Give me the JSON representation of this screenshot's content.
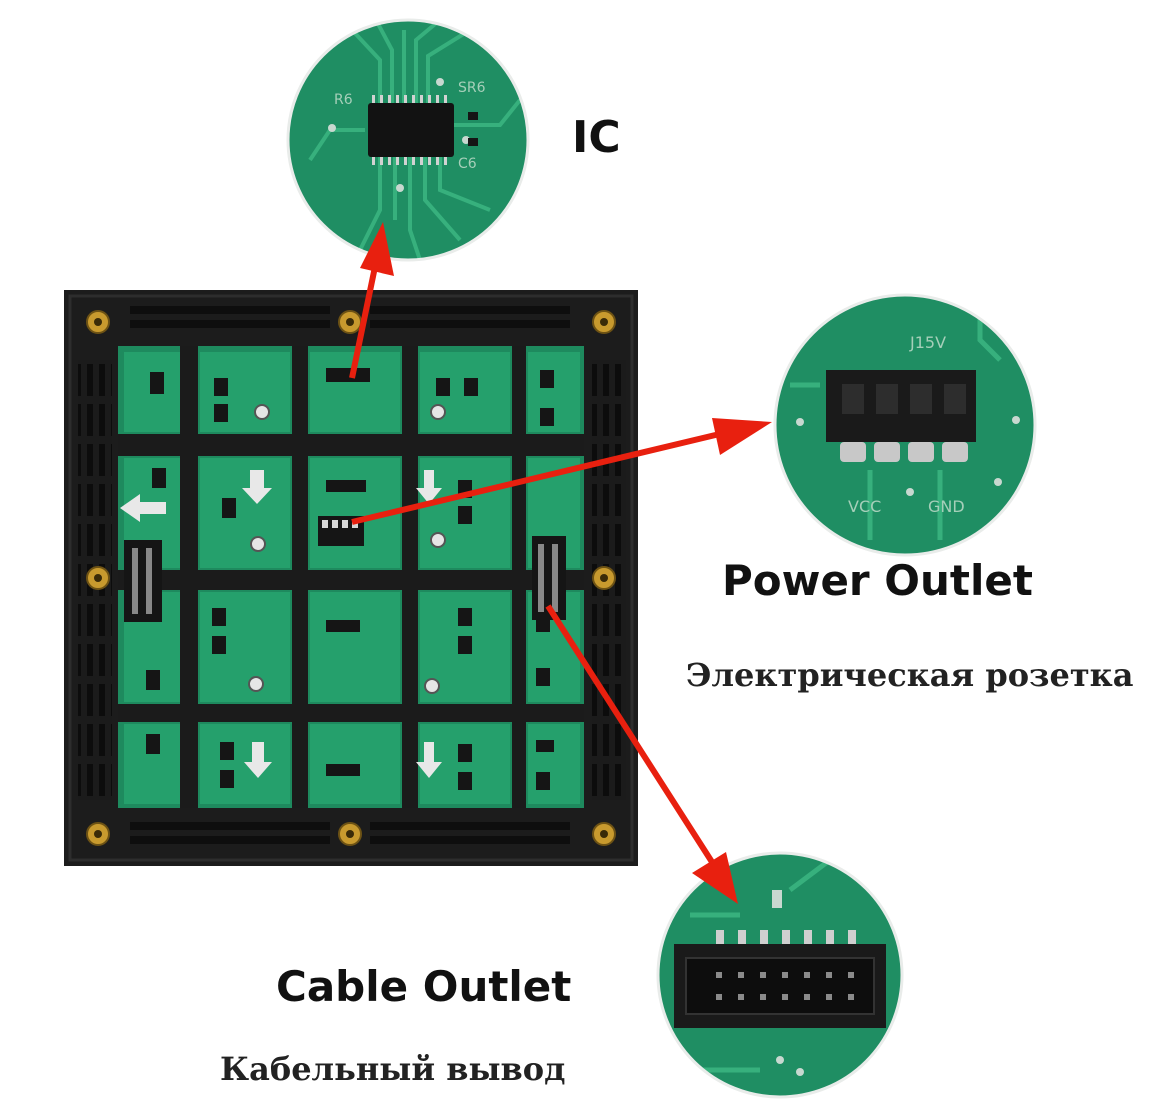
{
  "labels": {
    "ic": "IC",
    "power_outlet": "Power Outlet",
    "power_outlet_ru": "Электрическая розетка",
    "cable_outlet": "Cable Outlet",
    "cable_outlet_ru": "Кабельный вывод"
  },
  "pcb_markings": {
    "ic_zoom": [
      "R6",
      "SR6",
      "C6"
    ],
    "power_zoom": [
      "J15V",
      "VCC",
      "GND"
    ]
  },
  "colors": {
    "pcb_green": "#1e8a5e",
    "frame_black": "#1b1b1b",
    "arrow_red": "#e8200f"
  }
}
